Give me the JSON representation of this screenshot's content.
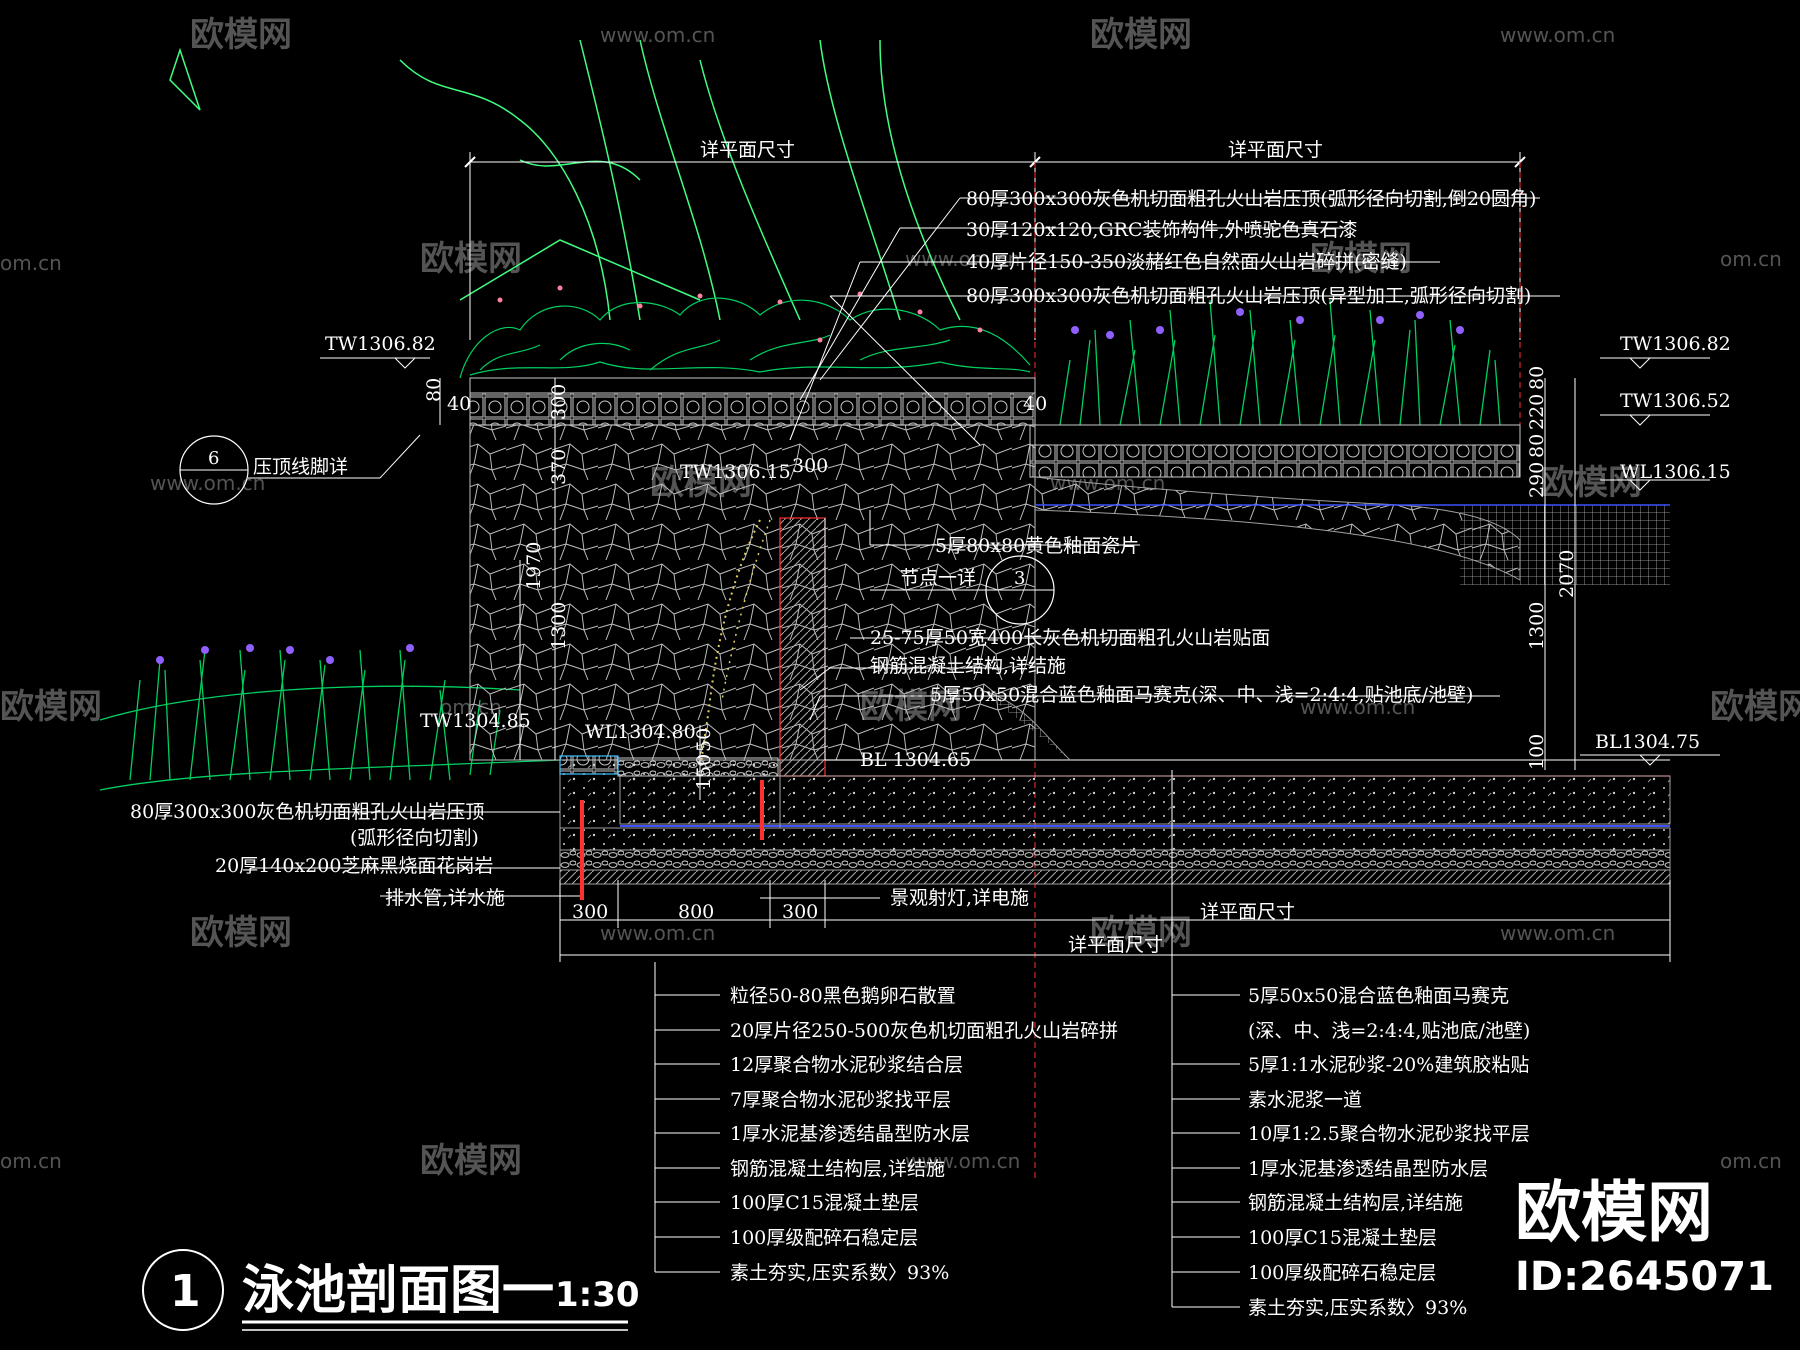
{
  "drawing": {
    "title": "泳池剖面图一",
    "scale": "1:30",
    "number": "1"
  },
  "dimensions": {
    "top_left": "详平面尺寸",
    "top_right": "详平面尺寸",
    "bottom_row": "详平面尺寸",
    "bottom_total": "详平面尺寸",
    "w300a": "300",
    "w800": "800",
    "w300b": "300",
    "w300_top": "300",
    "h80": "80",
    "h40a": "40",
    "h300": "300",
    "h40b": "40",
    "h370": "370",
    "h1970": "1970",
    "h1300_left": "1300",
    "h150": "150",
    "h50": "50",
    "h80_r": "80",
    "h220": "220",
    "h80_r2": "80",
    "h290": "290",
    "h1300_right": "1300",
    "h2070": "2070",
    "h100": "100"
  },
  "levels": {
    "tw_left": "TW1306.82",
    "tw_right": "TW1306.82",
    "tw_right2": "TW1306.52",
    "wl_right": "WL1306.15",
    "tw_mid": "TW1306.15",
    "tw_low": "TW1304.85",
    "wl_low": "WL1304.80",
    "bl_mid": "BL 1304.65",
    "bl_right": "BL1304.75"
  },
  "callouts_top": [
    "80厚300x300灰色机切面粗孔火山岩压顶(弧形径向切割,倒20圆角)",
    "30厚120x120,GRC装饰构件,外喷驼色真石漆",
    "40厚片径150-350淡赭红色自然面火山岩碎拼(密缝)",
    "80厚300x300灰色机切面粗孔火山岩压顶(异型加工,弧形径向切割)"
  ],
  "callouts_mid": {
    "tile": "5厚80x80黄色釉面瓷片",
    "node_label": "节点一详",
    "node_num": "3",
    "stone_face": "25-75厚50宽400长灰色机切面粗孔火山岩贴面",
    "rc": "钢筋混凝土结构,详结施",
    "mosaic": "5厚50x50混合蓝色釉面马赛克(深、中、浅=2:4:4,贴池底/池壁)",
    "coping_detail_label": "压顶线脚详",
    "coping_detail_num": "6"
  },
  "callouts_left": {
    "coping1": "80厚300x300灰色机切面粗孔火山岩压顶",
    "coping2": "(弧形径向切割)",
    "granite": "20厚140x200芝麻黑烧面花岗岩",
    "drain": "排水管,详水施",
    "light": "景观射灯,详电施"
  },
  "layers_left": [
    "粒径50-80黑色鹅卵石散置",
    "20厚片径250-500灰色机切面粗孔火山岩碎拼",
    "12厚聚合物水泥砂浆结合层",
    "7厚聚合物水泥砂浆找平层",
    "1厚水泥基渗透结晶型防水层",
    "钢筋混凝土结构层,详结施",
    "100厚C15混凝土垫层",
    "100厚级配碎石稳定层",
    "素土夯实,压实系数〉93%"
  ],
  "layers_right": [
    "5厚50x50混合蓝色釉面马赛克",
    "(深、中、浅=2:4:4,贴池底/池壁)",
    "5厚1:1水泥砂浆-20%建筑胶粘贴",
    "素水泥浆一道",
    "10厚1:2.5聚合物水泥砂浆找平层",
    "1厚水泥基渗透结晶型防水层",
    "钢筋混凝土结构层,详结施",
    "100厚C15混凝土垫层",
    "100厚级配碎石稳定层",
    "素土夯实,压实系数〉93%"
  ],
  "watermark": {
    "brand": "欧模网",
    "url": "www.om.cn",
    "url_short": "om.cn",
    "corner_brand": "欧模网",
    "corner_id": "ID:2645071"
  },
  "colors": {
    "background": "#000000",
    "text": "#ffffff",
    "plant": "#00d060",
    "tree": "#40ff80",
    "wall": "#a0a0a0",
    "dim_red": "#ff3030",
    "water_blue": "#4050ff",
    "flower": "#9060ff"
  }
}
